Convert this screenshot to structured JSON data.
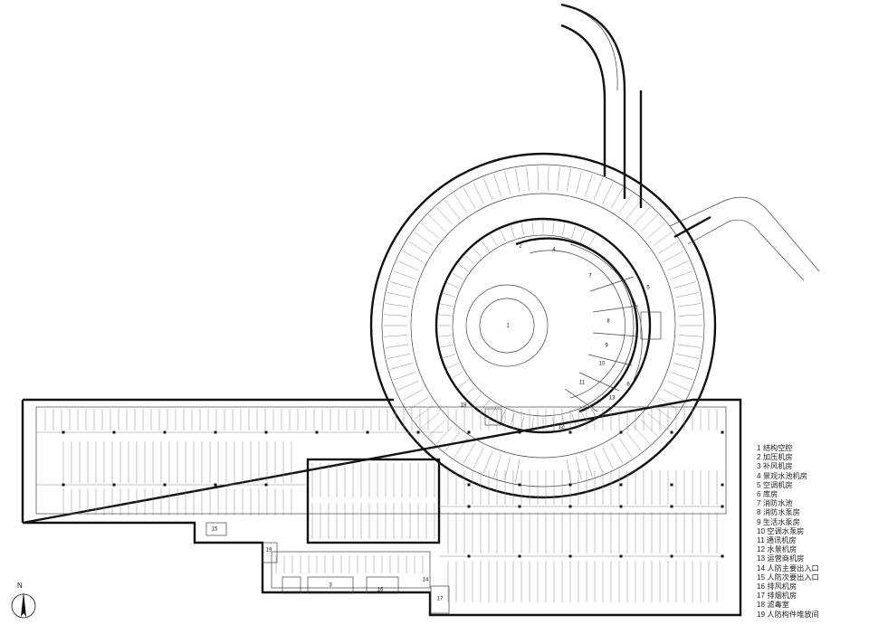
{
  "legend": [
    "1 结构空腔",
    "2 加压机房",
    "3 补风机房",
    "4 景观水池机房",
    "5 空调机房",
    "6 库房",
    "7 消防水池",
    "8 消防水泵房",
    "9 生活水泵房",
    "10 空调水泵房",
    "11 通讯机房",
    "12 水景机房",
    "13 运营商机房",
    "14 人防主要出入口",
    "15 人防次要出入口",
    "16 排风机房",
    "17 排烟机房",
    "18 滤毒室",
    "19 人防构件堆放间"
  ],
  "north_label": "N",
  "room_numbers": {
    "n1": "1",
    "n2": "2",
    "n3": "3",
    "n4": "4",
    "n5": "5",
    "n6": "6",
    "n7": "7",
    "n8": "8",
    "n9": "9",
    "n10": "10",
    "n11": "11",
    "n12": "12",
    "n13": "13",
    "n14": "14",
    "n15": "15",
    "n16": "16",
    "n17": "17",
    "n18": "18",
    "n19": "19"
  }
}
